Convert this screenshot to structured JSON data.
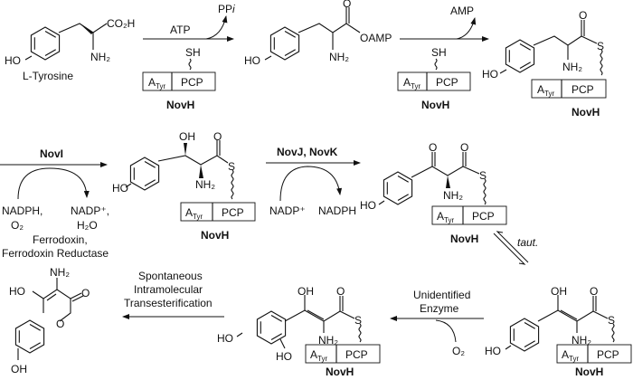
{
  "compounds": {
    "tyrosine": {
      "name": "L-Tyrosine",
      "ho": "HO",
      "acid": "CO₂H",
      "amine": "NH₂"
    },
    "aminoacyl_amp": {
      "ho": "HO",
      "o": "O",
      "oamp": "OAMP",
      "amine": "NH₂"
    },
    "thioester1": {
      "ho": "HO",
      "o": "O",
      "s": "S",
      "amine": "NH₂"
    },
    "hydroxy": {
      "ho": "HO",
      "oh": "OH",
      "o": "O",
      "s": "S",
      "amine": "NH₂"
    },
    "keto": {
      "ho": "HO",
      "o1": "O",
      "o2": "O",
      "s": "S",
      "amine": "NH₂"
    },
    "enol": {
      "ho": "HO",
      "oh": "OH",
      "o": "O",
      "s": "S",
      "amine": "NH₂"
    },
    "dihydroxy_enol": {
      "ho1": "HO",
      "ho2": "HO",
      "oh": "OH",
      "o": "O",
      "s": "S",
      "amine": "NH₂"
    },
    "coumarin": {
      "amine": "NH₂",
      "ho1": "HO",
      "o_carbonyl": "O",
      "o_ring": "O",
      "oh": "OH"
    }
  },
  "enzyme": {
    "name": "NovH",
    "domain_a": "A",
    "domain_a_sub": "Tyr",
    "domain_pcp": "PCP",
    "sh": "SH"
  },
  "steps": {
    "step1": {
      "reagent": "ATP",
      "byproduct": "PP",
      "byproduct_italic": "i"
    },
    "step2": {
      "byproduct": "AMP"
    },
    "step3": {
      "enzyme": "NovI",
      "in1": "NADPH,",
      "in2": "O₂",
      "out1": "NADP⁺,",
      "out2": "H₂O",
      "cofactor1": "Ferrodoxin,",
      "cofactor2": "Ferrodoxin Reductase"
    },
    "step4": {
      "enzyme": "NovJ, NovK",
      "in": "NADP⁺",
      "out": "NADPH"
    },
    "step5": {
      "label": "taut."
    },
    "step6": {
      "label1": "Unidentified",
      "label2": "Enzyme",
      "reagent": "O₂"
    },
    "step7": {
      "label1": "Spontaneous",
      "label2": "Intramolecular",
      "label3": "Transesterification"
    }
  }
}
